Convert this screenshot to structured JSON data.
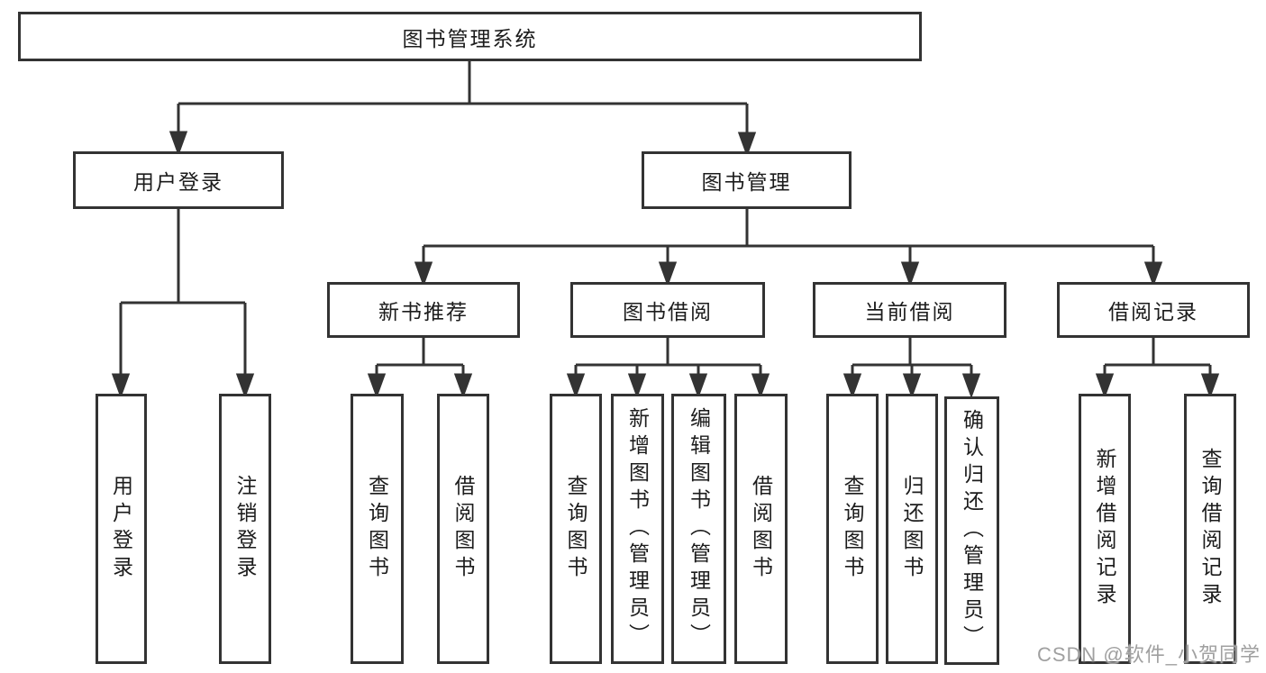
{
  "tree": {
    "root": "图书管理系统",
    "branches": [
      {
        "label": "用户登录",
        "children": [
          "用户登录",
          "注销登录"
        ]
      },
      {
        "label": "图书管理",
        "sections": [
          {
            "label": "新书推荐",
            "children": [
              "查询图书",
              "借阅图书"
            ]
          },
          {
            "label": "图书借阅",
            "children": [
              "查询图书",
              "新增图书（管理员）",
              "编辑图书（管理员）",
              "借阅图书"
            ]
          },
          {
            "label": "当前借阅",
            "children": [
              "查询图书",
              "归还图书",
              "确认归还（管理员）"
            ]
          },
          {
            "label": "借阅记录",
            "children": [
              "新增借阅记录",
              "查询借阅记录"
            ]
          }
        ]
      }
    ]
  },
  "watermark": {
    "text": "CSDN @软件_小贺同学"
  },
  "colors": {
    "line": "#333333",
    "box_border": "#333333",
    "text": "#1c1c1c",
    "watermark": "#a0a0a0",
    "background": "#ffffff"
  }
}
